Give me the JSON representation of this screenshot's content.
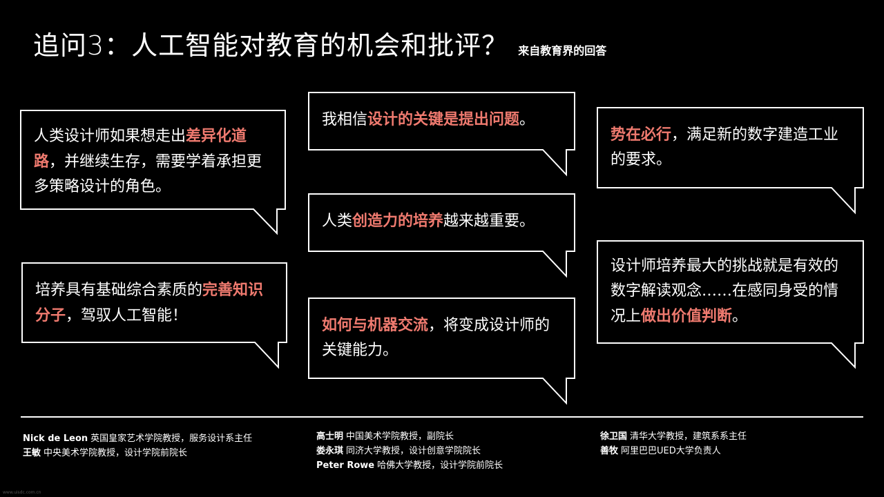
{
  "header": {
    "title": "追问3：人工智能对教育的机会和批评？",
    "subtitle": "来自教育界的回答"
  },
  "quotes": {
    "q1": {
      "t1": "人类设计师如果想走出",
      "h1": "差异化道路",
      "t2": "，并继续生存，需要学着承担更多策略设计的角色。"
    },
    "q2": {
      "t1": "培养具有基础综合素质的",
      "h1": "完善知识分子",
      "t2": "，驾驭人工智能！"
    },
    "q3": {
      "t1": "我相信",
      "h1": "设计的关键是提出问题",
      "t2": "。"
    },
    "q4": {
      "t1": "人类",
      "h1": "创造力的培养",
      "t2": "越来越重要。"
    },
    "q5": {
      "h1": "如何与机器交流",
      "t2": "，将变成设计师的关键能力。"
    },
    "q6": {
      "h1": "势在必行",
      "t2": "，满足新的数字建造工业的要求。"
    },
    "q7": {
      "t1": "设计师培养最大的挑战就是有效的数字解读观念……在感同身受的情况上",
      "h1": "做出价值判断",
      "t2": "。"
    }
  },
  "credits": {
    "left": [
      {
        "name": "Nick de Leon",
        "role": "英国皇家艺术学院教授，服务设计系主任"
      },
      {
        "name": "王敏",
        "role": "中央美术学院教授，设计学院前院长"
      }
    ],
    "middle": [
      {
        "name": "高士明",
        "role": "中国美术学院教授，副院长"
      },
      {
        "name": "娄永琪",
        "role": "同济大学教授，设计创意学院院长"
      },
      {
        "name": "Peter Rowe",
        "role": "哈佛大学教授，设计学院前院长"
      }
    ],
    "right": [
      {
        "name": "徐卫国",
        "role": "清华大学教授，建筑系系主任"
      },
      {
        "name": "善牧",
        "role": "阿里巴巴UED大学负责人"
      }
    ]
  },
  "footer": {
    "watermark": "www.uisdc.com.cn"
  }
}
